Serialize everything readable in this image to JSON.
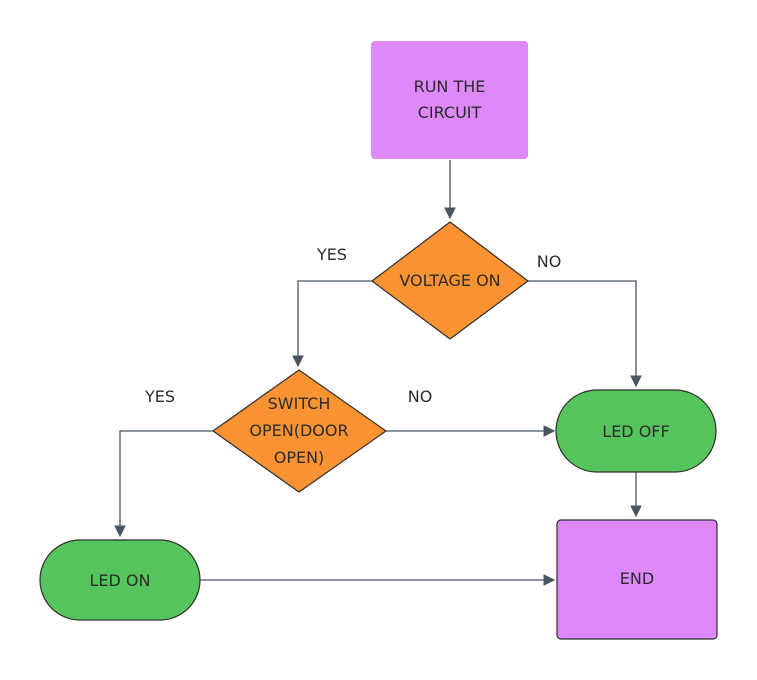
{
  "colors": {
    "process": "#df88f9",
    "decision": "#fb9332",
    "terminal": "#56c45c",
    "line": "#4a5563"
  },
  "nodes": {
    "run": {
      "line1": "RUN THE",
      "line2": "CIRCUIT"
    },
    "voltage": {
      "label": "VOLTAGE ON"
    },
    "switch": {
      "line1": "SWITCH",
      "line2": "OPEN(DOOR",
      "line3": "OPEN)"
    },
    "led_off": {
      "label": "LED OFF"
    },
    "led_on": {
      "label": "LED ON"
    },
    "end": {
      "label": "END"
    }
  },
  "edge_labels": {
    "voltage_yes": "YES",
    "voltage_no": "NO",
    "switch_yes": "YES",
    "switch_no": "NO"
  }
}
